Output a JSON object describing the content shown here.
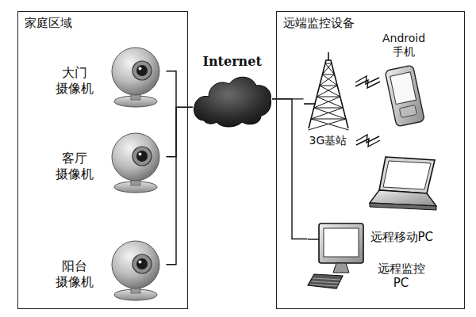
{
  "diagram": {
    "nodes": [
      {
        "text": [
          "家庭区域"
        ]
      },
      {
        "text": [
          "大门 摄像机"
        ],
        "in": 0
      },
      {
        "text": [
          "客厅 摄像机"
        ],
        "in": 0
      },
      {
        "text": [
          "阳台 摄像机"
        ],
        "in": 0
      },
      {
        "text": [
          "Internet"
        ]
      },
      {
        "text": [
          "远端监控设备"
        ]
      },
      {
        "text": [
          "3G基站"
        ],
        "in": 5
      },
      {
        "text": [
          "Android 手机"
        ],
        "in": 5
      },
      {
        "text": [
          "远程移动PC"
        ],
        "in": 5
      },
      {
        "text": [
          "远程监控 PC"
        ],
        "in": 5
      }
    ],
    "edges": [
      {
        "from": 1,
        "to": 4,
        "arrow": "none"
      },
      {
        "from": 2,
        "to": 4,
        "arrow": "none"
      },
      {
        "from": 3,
        "to": 4,
        "arrow": "none"
      },
      {
        "from": 4,
        "to": 6,
        "arrow": "none"
      },
      {
        "from": 4,
        "to": 9,
        "arrow": "none"
      }
    ]
  }
}
